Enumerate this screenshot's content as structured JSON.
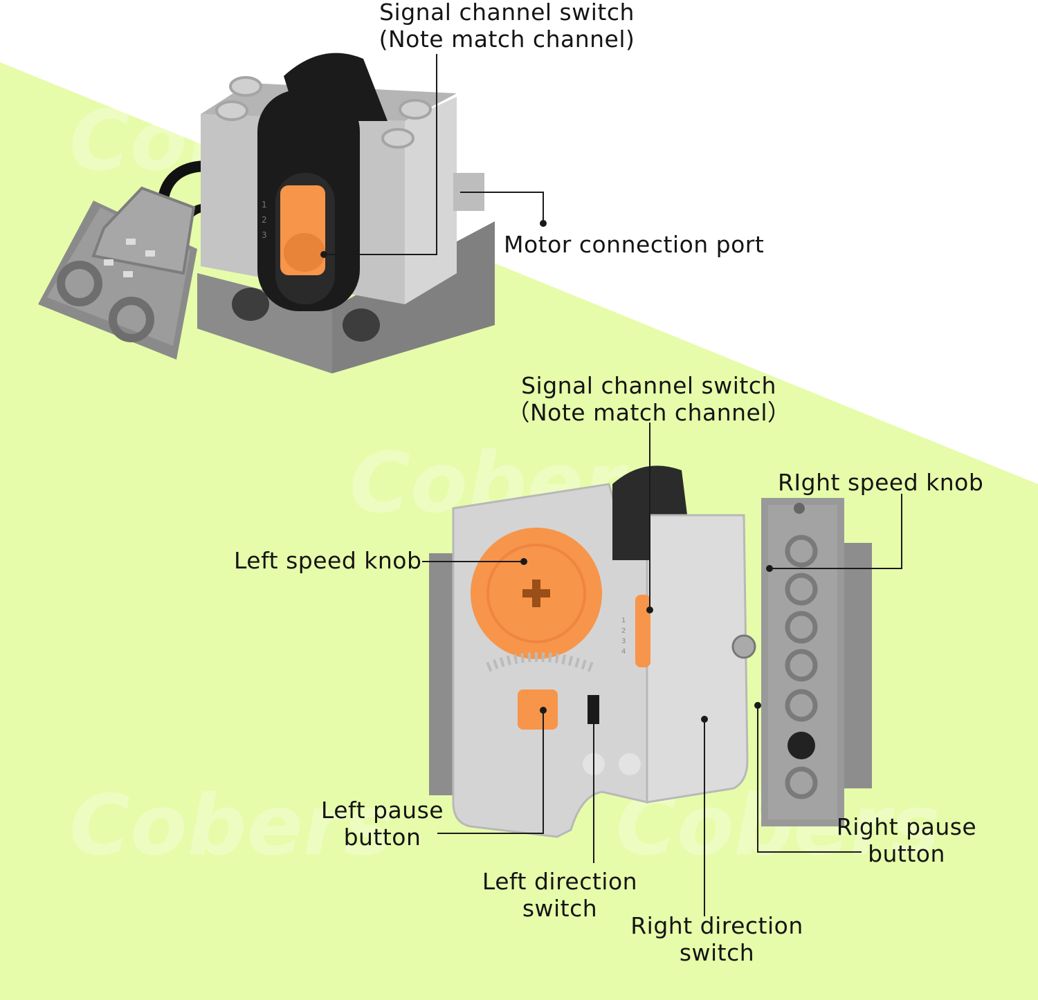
{
  "watermark": "Cobers",
  "colors": {
    "background_green": "#e6fcaa",
    "background_white": "#ffffff",
    "lego_light_gray": "#c9c9c9",
    "lego_dark_gray": "#8c8c8c",
    "orange": "#f7954a",
    "black": "#1b1b1b",
    "leader_line": "#1a1a1a"
  },
  "receiver": {
    "channel_switch": {
      "line1": "Signal channel switch",
      "line2": "(Note match channel)"
    },
    "motor_port": "Motor connection port"
  },
  "remote": {
    "channel_switch": {
      "line1": "Signal channel switch",
      "line2": "（Note match channel）"
    },
    "right_speed_knob": "RIght speed knob",
    "left_speed_knob": "Left speed knob",
    "left_pause_button": {
      "line1": "Left pause",
      "line2": "button"
    },
    "right_pause_button": {
      "line1": "Right pause",
      "line2": "button"
    },
    "left_direction_switch": {
      "line1": "Left direction",
      "line2": "switch"
    },
    "right_direction_switch": {
      "line1": "Right direction",
      "line2": "switch"
    }
  },
  "icons": {
    "receiver": "ir-receiver-module-icon",
    "remote": "ir-remote-control-icon"
  }
}
